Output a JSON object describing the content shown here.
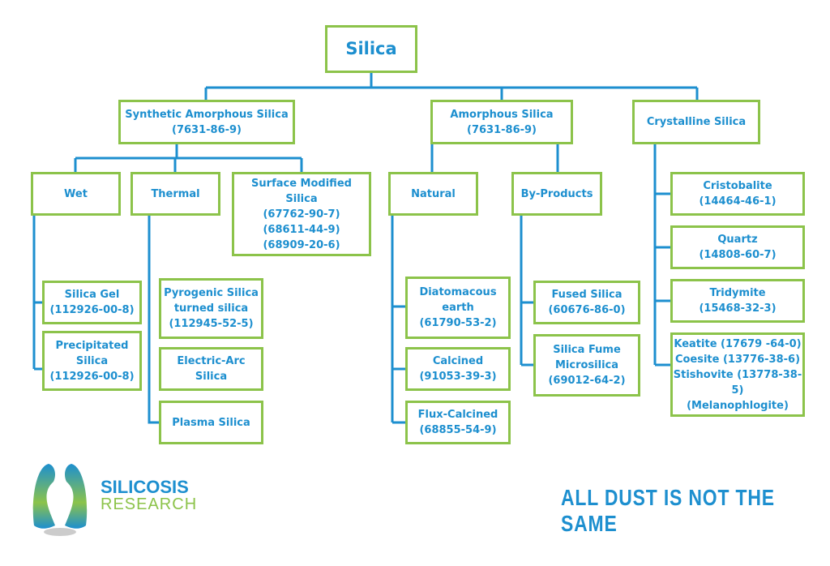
{
  "root": {
    "label": "Silica"
  },
  "categories": [
    {
      "label": "Synthetic Amorphous Silica",
      "cas": "(7631-86-9)"
    },
    {
      "label": "Amorphous Silica",
      "cas": "(7631-86-9)"
    },
    {
      "label": "Crystalline Silica"
    }
  ],
  "subcategories": {
    "wet": "Wet",
    "thermal": "Thermal",
    "surface": [
      "Surface Modified Silica",
      "(67762-90-7)",
      "(68611-44-9)",
      "(68909-20-6)"
    ],
    "natural": "Natural",
    "byproducts": "By-Products"
  },
  "leaves": {
    "silica_gel": [
      "Silica Gel",
      "(112926-00-8)"
    ],
    "precipitated": [
      "Precipitated",
      "Silica",
      "(112926-00-8)"
    ],
    "pyrogenic": [
      "Pyrogenic Silica",
      "turned silica",
      "(112945-52-5)"
    ],
    "electric_arc": [
      "Electric-Arc Silica"
    ],
    "plasma": [
      "Plasma Silica"
    ],
    "diatomacous": [
      "Diatomacous",
      "earth",
      "(61790-53-2)"
    ],
    "calcined": [
      "Calcined",
      "(91053-39-3)"
    ],
    "flux_calcined": [
      "Flux-Calcined",
      "(68855-54-9)"
    ],
    "fused": [
      "Fused Silica",
      "(60676-86-0)"
    ],
    "silica_fume": [
      "Silica Fume",
      "Microsilica",
      "(69012-64-2)"
    ],
    "cristobalite": [
      "Cristobalite",
      "(14464-46-1)"
    ],
    "quartz": [
      "Quartz",
      "(14808-60-7)"
    ],
    "tridymite": [
      "Tridymite",
      "(15468-32-3)"
    ],
    "others": [
      "Keatite (17679 -64-0)",
      "Coesite (13776-38-6)",
      "Stishovite (13778-38-5)",
      "(Melanophlogite)"
    ]
  },
  "footer": {
    "logo_line1": "SILICOSIS",
    "logo_line2": "RESEARCH",
    "tagline": "ALL DUST IS NOT THE SAME"
  },
  "colors": {
    "text": "#1d8fcf",
    "border": "#8cc34a",
    "connector": "#1d8fcf"
  }
}
